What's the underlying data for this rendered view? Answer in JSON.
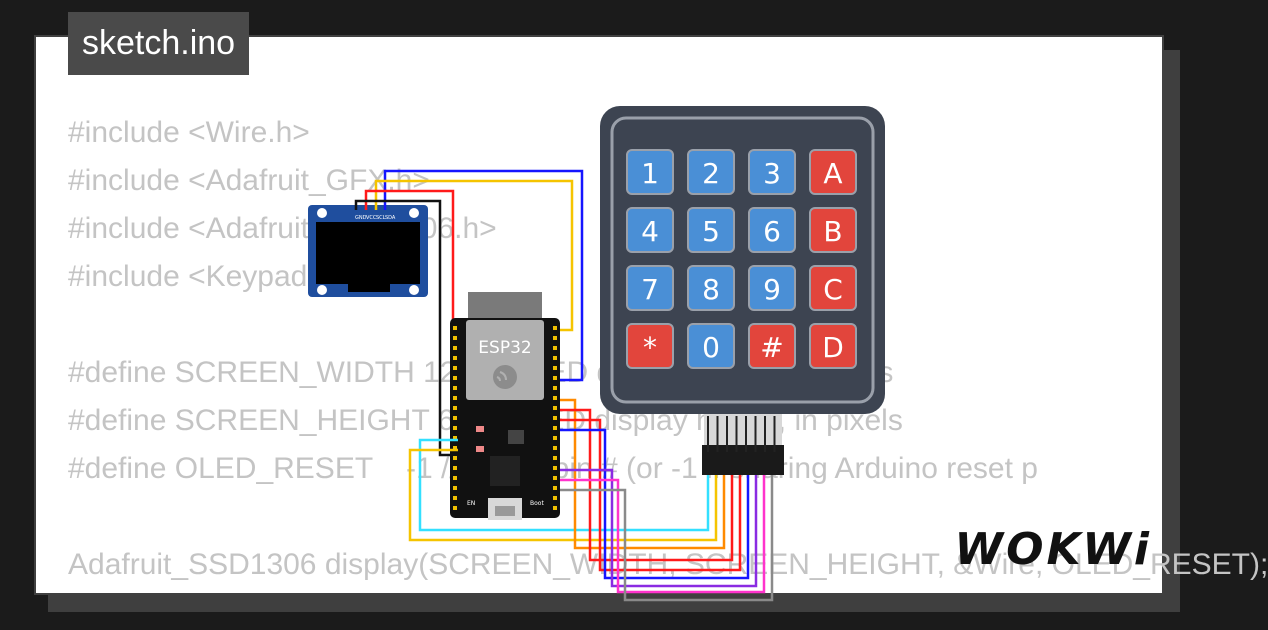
{
  "tab": {
    "filename": "sketch.ino"
  },
  "code_lines": [
    "#include <Wire.h>",
    "#include <Adafruit_GFX.h>",
    "#include <Adafruit_SSD1306.h>",
    "#include <Keypad.h>",
    "",
    "#define SCREEN_WIDTH 128 // OLED display width, in pixels",
    "#define SCREEN_HEIGHT 64 // OLED display height, in pixels",
    "#define OLED_RESET    -1 // Reset pin # (or -1 if sharing Arduino reset p",
    "",
    "Adafruit_SSD1306 display(SCREEN_WIDTH, SCREEN_HEIGHT, &Wire, OLED_RESET);"
  ],
  "oled": {
    "pins": [
      "GND",
      "VCC",
      "SCL",
      "SDA"
    ]
  },
  "esp32": {
    "label": "ESP32",
    "small_labels": [
      "EN",
      "Boot"
    ]
  },
  "keypad": {
    "keys": [
      "1",
      "2",
      "3",
      "A",
      "4",
      "5",
      "6",
      "B",
      "7",
      "8",
      "9",
      "C",
      "*",
      "0",
      "#",
      "D"
    ],
    "key_color_blue": "#4a8fd6",
    "key_color_red": "#e2453c"
  },
  "wire_colors": {
    "blue": "#1515ff",
    "yellow": "#f5c400",
    "red": "#ff1a1a",
    "black": "#111111",
    "cyan": "#33e0ff",
    "orange": "#ff8a00",
    "purple": "#8a2be2",
    "magenta": "#ff33cc",
    "gray": "#8a8a8a"
  },
  "brand": {
    "logo_text": "WOKWi"
  }
}
